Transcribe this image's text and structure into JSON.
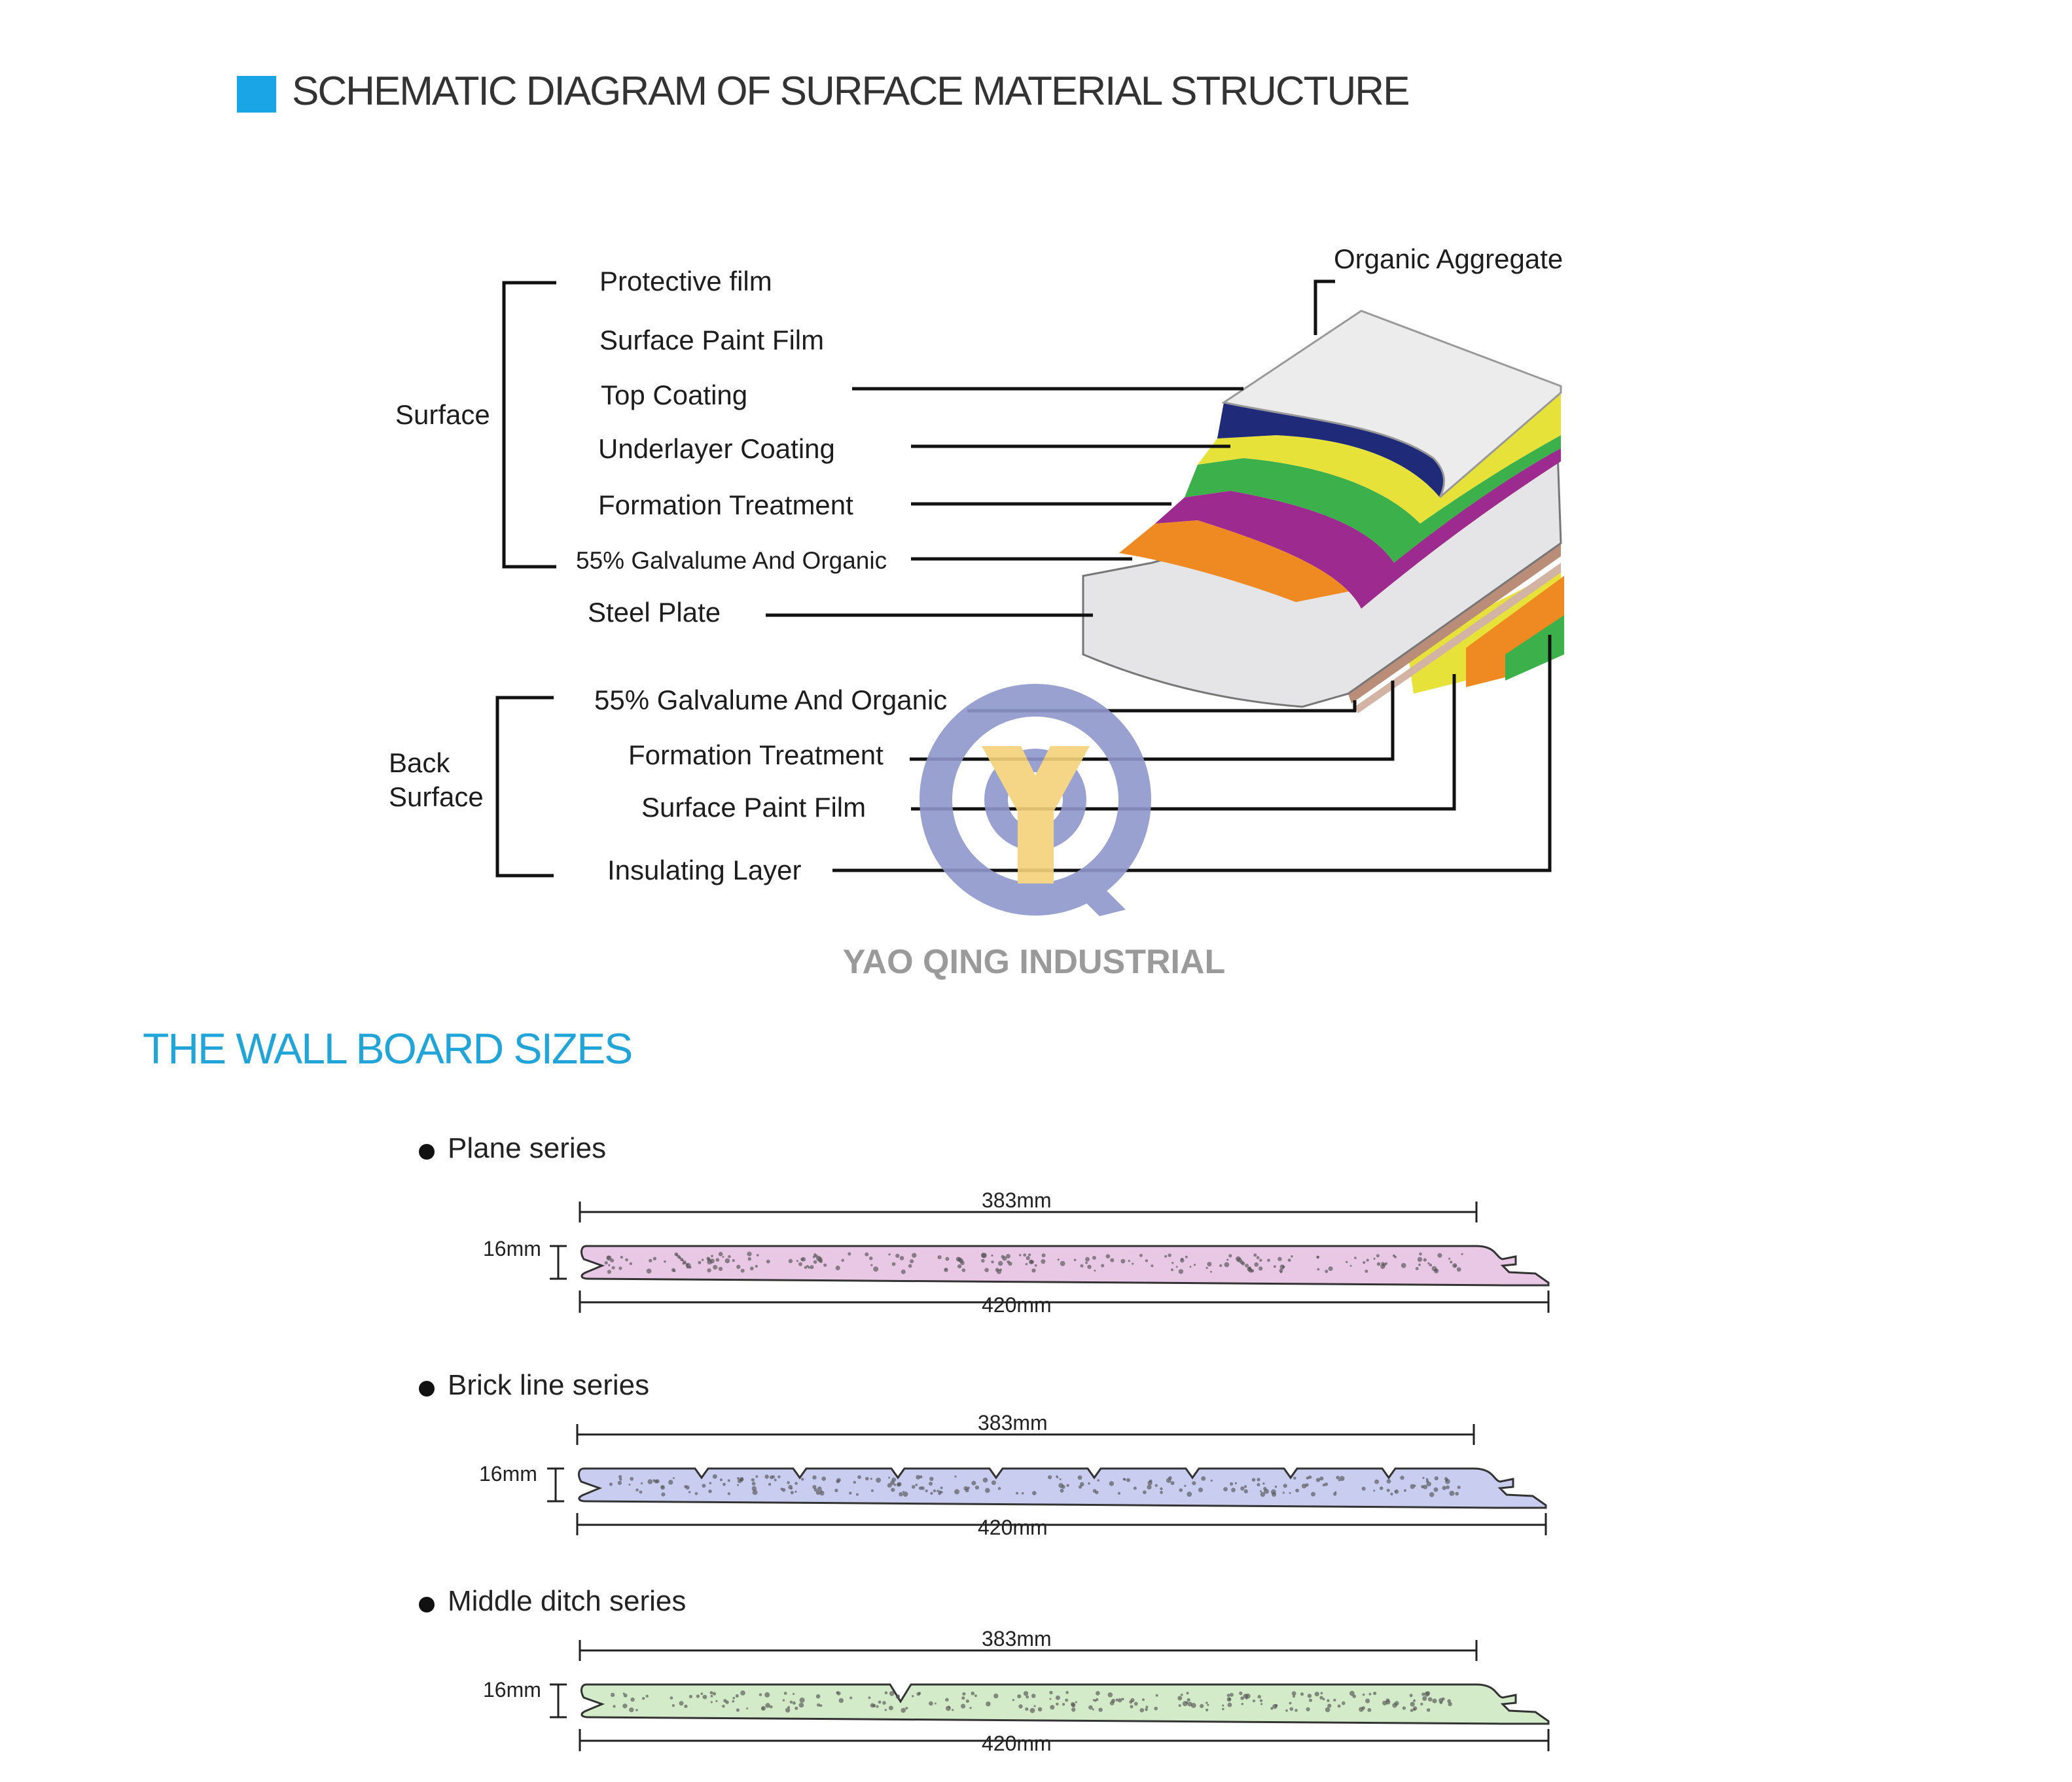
{
  "section1": {
    "title": "SCHEMATIC DIAGRAM OF SURFACE MATERIAL STRUCTURE",
    "accent": "#1aa5e6"
  },
  "groups": {
    "surface": "Surface",
    "back_surface": [
      "Back",
      "Surface"
    ]
  },
  "layers": {
    "organic_aggregate": "Organic Aggregate",
    "protective_film": "Protective film",
    "surface_paint_film": "Surface Paint Film",
    "top_coating": "Top Coating",
    "underlayer_coating": "Underlayer Coating",
    "formation_treatment": "Formation Treatment",
    "galvalume_top": "55% Galvalume And Organic",
    "steel_plate": "Steel Plate",
    "galvalume_back": "55% Galvalume And Organic",
    "formation_treatment_back": "Formation Treatment",
    "surface_paint_film_back": "Surface Paint Film",
    "insulating_layer": "Insulating Layer"
  },
  "layer_colors": {
    "protective_film": "#ececec",
    "navy": "#1f2a78",
    "yellow": "#e6e23a",
    "green": "#3cb04a",
    "purple": "#9c2a8f",
    "orange": "#ef8a22",
    "steel": "#e5e5e8"
  },
  "watermark": {
    "text": "YAO QING INDUSTRIAL",
    "ring_color": "#8f97cc",
    "y_color": "#f3d27a"
  },
  "section2": {
    "title": "THE WALL BOARD SIZES",
    "accent": "#21a4d8"
  },
  "boards": [
    {
      "name": "Plane series",
      "top_dim": "383mm",
      "bottom_dim": "420mm",
      "thickness": "16mm",
      "fill": "#e9c8e6",
      "grooves": "none"
    },
    {
      "name": "Brick line series",
      "top_dim": "383mm",
      "bottom_dim": "420mm",
      "thickness": "16mm",
      "fill": "#c9cdf0",
      "grooves": "brick"
    },
    {
      "name": "Middle ditch series",
      "top_dim": "383mm",
      "bottom_dim": "420mm",
      "thickness": "16mm",
      "fill": "#d3ebc8",
      "grooves": "middle"
    }
  ]
}
